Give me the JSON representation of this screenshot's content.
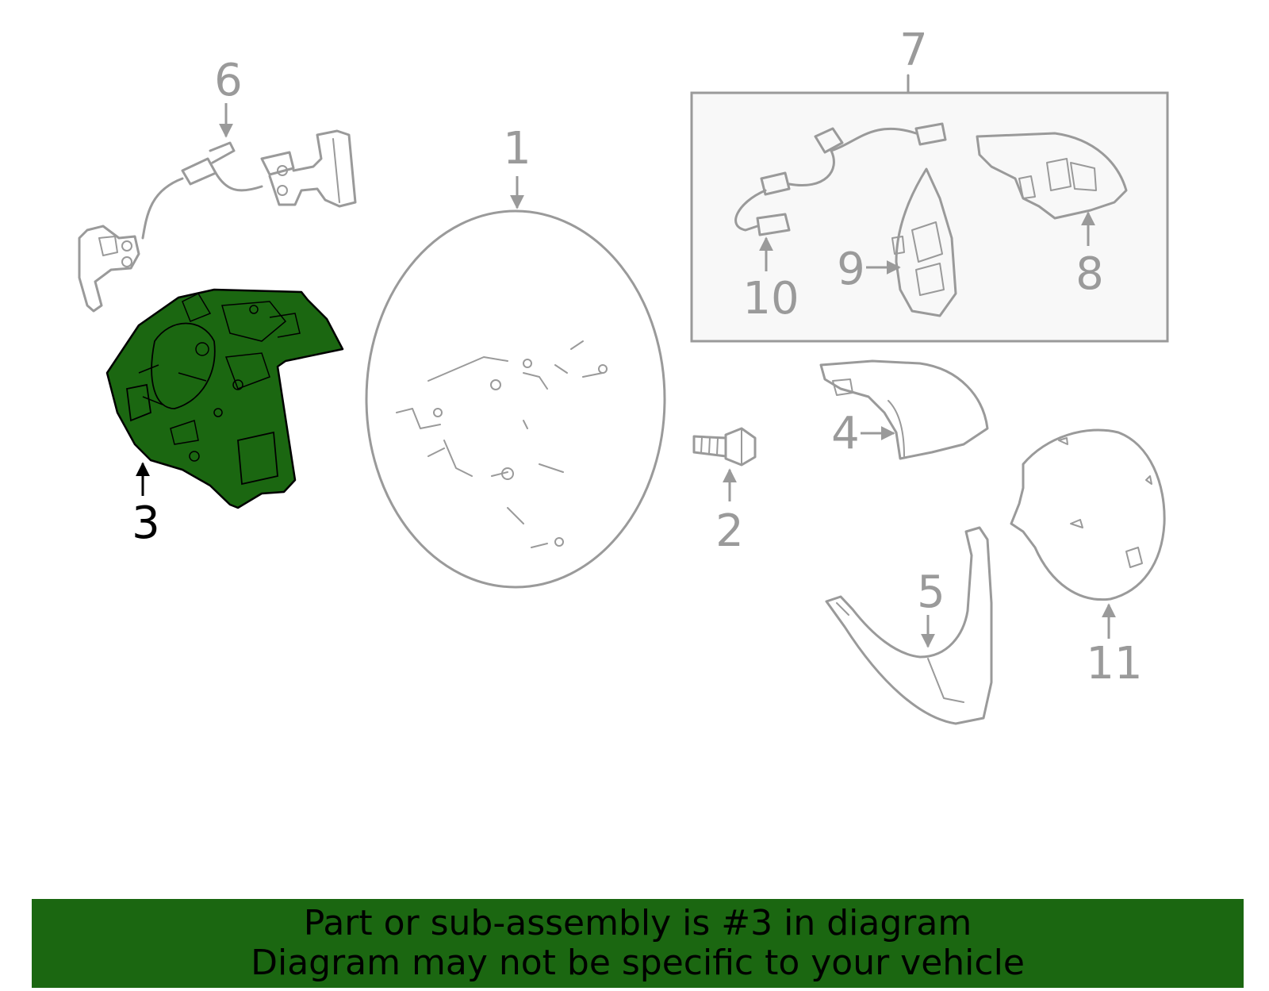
{
  "callouts": [
    {
      "id": "1",
      "label": "1"
    },
    {
      "id": "2",
      "label": "2"
    },
    {
      "id": "3",
      "label": "3",
      "highlighted": true
    },
    {
      "id": "4",
      "label": "4"
    },
    {
      "id": "5",
      "label": "5"
    },
    {
      "id": "6",
      "label": "6"
    },
    {
      "id": "7",
      "label": "7"
    },
    {
      "id": "8",
      "label": "8"
    },
    {
      "id": "9",
      "label": "9"
    },
    {
      "id": "10",
      "label": "10"
    },
    {
      "id": "11",
      "label": "11"
    }
  ],
  "banner": {
    "line1": "Part or sub-assembly is #3 in diagram",
    "line2": "Diagram may not be specific to your vehicle"
  },
  "colors": {
    "highlight_fill": "#1b6711",
    "line_gray": "#9a9a9a",
    "banner_bg": "#1b6711"
  }
}
